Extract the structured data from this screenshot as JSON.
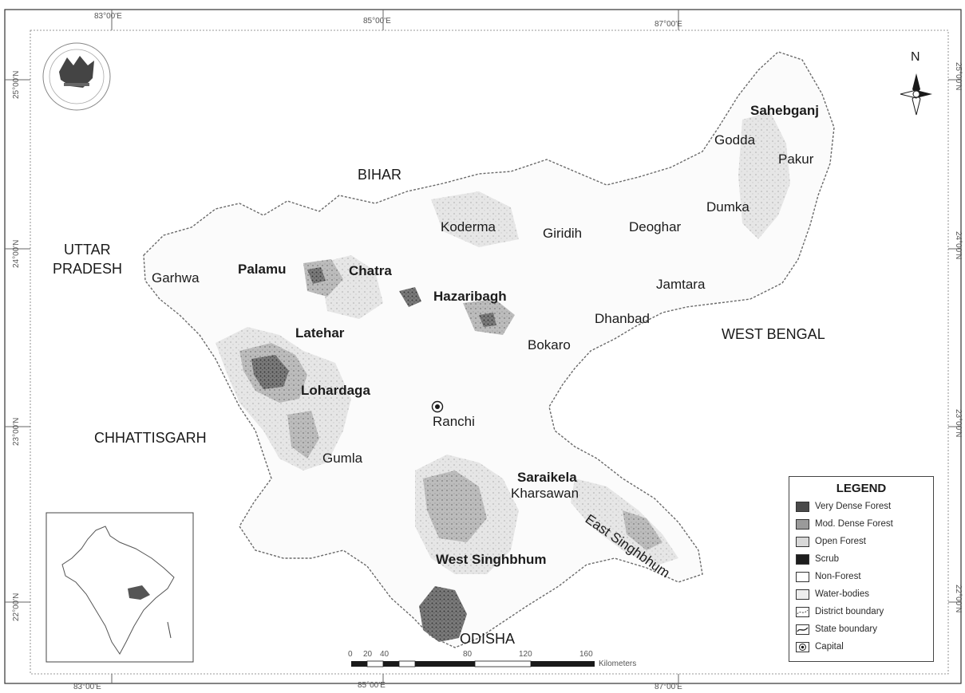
{
  "map": {
    "north_label": "N",
    "graticule": {
      "top": [
        "83°00'E",
        "85°00'E",
        "87°00'E"
      ],
      "bottom": [
        "83°00'E",
        "85°00'E",
        "87°00'E"
      ],
      "left": [
        "25°00'N",
        "24°00'N",
        "23°00'N",
        "22°00'N"
      ],
      "right": [
        "25°00'N",
        "24°00'N",
        "23°00'N",
        "22°00'N"
      ]
    },
    "states": {
      "bihar": "BIHAR",
      "uttar_pradesh_line1": "UTTAR",
      "uttar_pradesh_line2": "PRADESH",
      "chhattisgarh": "CHHATTISGARH",
      "west_bengal": "WEST BENGAL",
      "odisha": "ODISHA"
    },
    "districts": {
      "sahebganj": "Sahebganj",
      "godda": "Godda",
      "pakur": "Pakur",
      "dumka": "Dumka",
      "deoghar": "Deoghar",
      "giridih": "Giridih",
      "koderma": "Koderma",
      "garhwa": "Garhwa",
      "palamu": "Palamu",
      "chatra": "Chatra",
      "hazaribagh": "Hazaribagh",
      "jamtara": "Jamtara",
      "dhanbad": "Dhanbad",
      "latehar": "Latehar",
      "bokaro": "Bokaro",
      "lohardaga": "Lohardaga",
      "ranchi": "Ranchi",
      "gumla": "Gumla",
      "saraikela": "Saraikela",
      "kharsawan": "Kharsawan",
      "east_singhbhum": "East Singhbhum",
      "west_singhbhum": "West Singhbhum"
    },
    "legend": {
      "title": "LEGEND",
      "items": [
        {
          "label": "Very Dense Forest",
          "color": "#4a4a4a"
        },
        {
          "label": "Mod. Dense Forest",
          "color": "#9a9a9a"
        },
        {
          "label": "Open Forest",
          "color": "#d8d8d8"
        },
        {
          "label": "Scrub",
          "color": "#1e1e1e"
        },
        {
          "label": "Non-Forest",
          "color": "#ffffff"
        },
        {
          "label": "Water-bodies",
          "color": "#eeeeee"
        },
        {
          "label": "District boundary",
          "color": "#ffffff"
        },
        {
          "label": "State boundary",
          "color": "#ffffff"
        },
        {
          "label": "Capital",
          "color": "#ffffff"
        }
      ]
    },
    "scale": {
      "ticks": [
        "0",
        "20",
        "40",
        "80",
        "120",
        "160"
      ],
      "unit": "Kilometers"
    }
  }
}
